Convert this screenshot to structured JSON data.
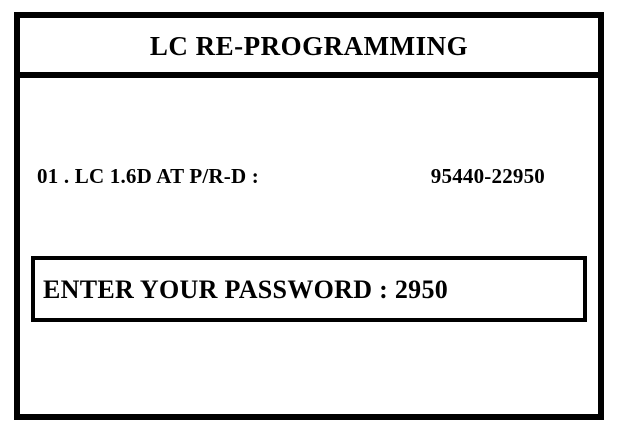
{
  "screen": {
    "title": "LC RE-PROGRAMMING",
    "background_color": "#ffffff",
    "foreground_color": "#000000"
  },
  "program_entry": {
    "index_label": "01 . LC 1.6D AT P/R-D :",
    "part_number": "95440-22950"
  },
  "password_field": {
    "prompt": "ENTER YOUR PASSWORD : 2950",
    "label_text": "ENTER YOUR PASSWORD :",
    "value": "2950"
  }
}
